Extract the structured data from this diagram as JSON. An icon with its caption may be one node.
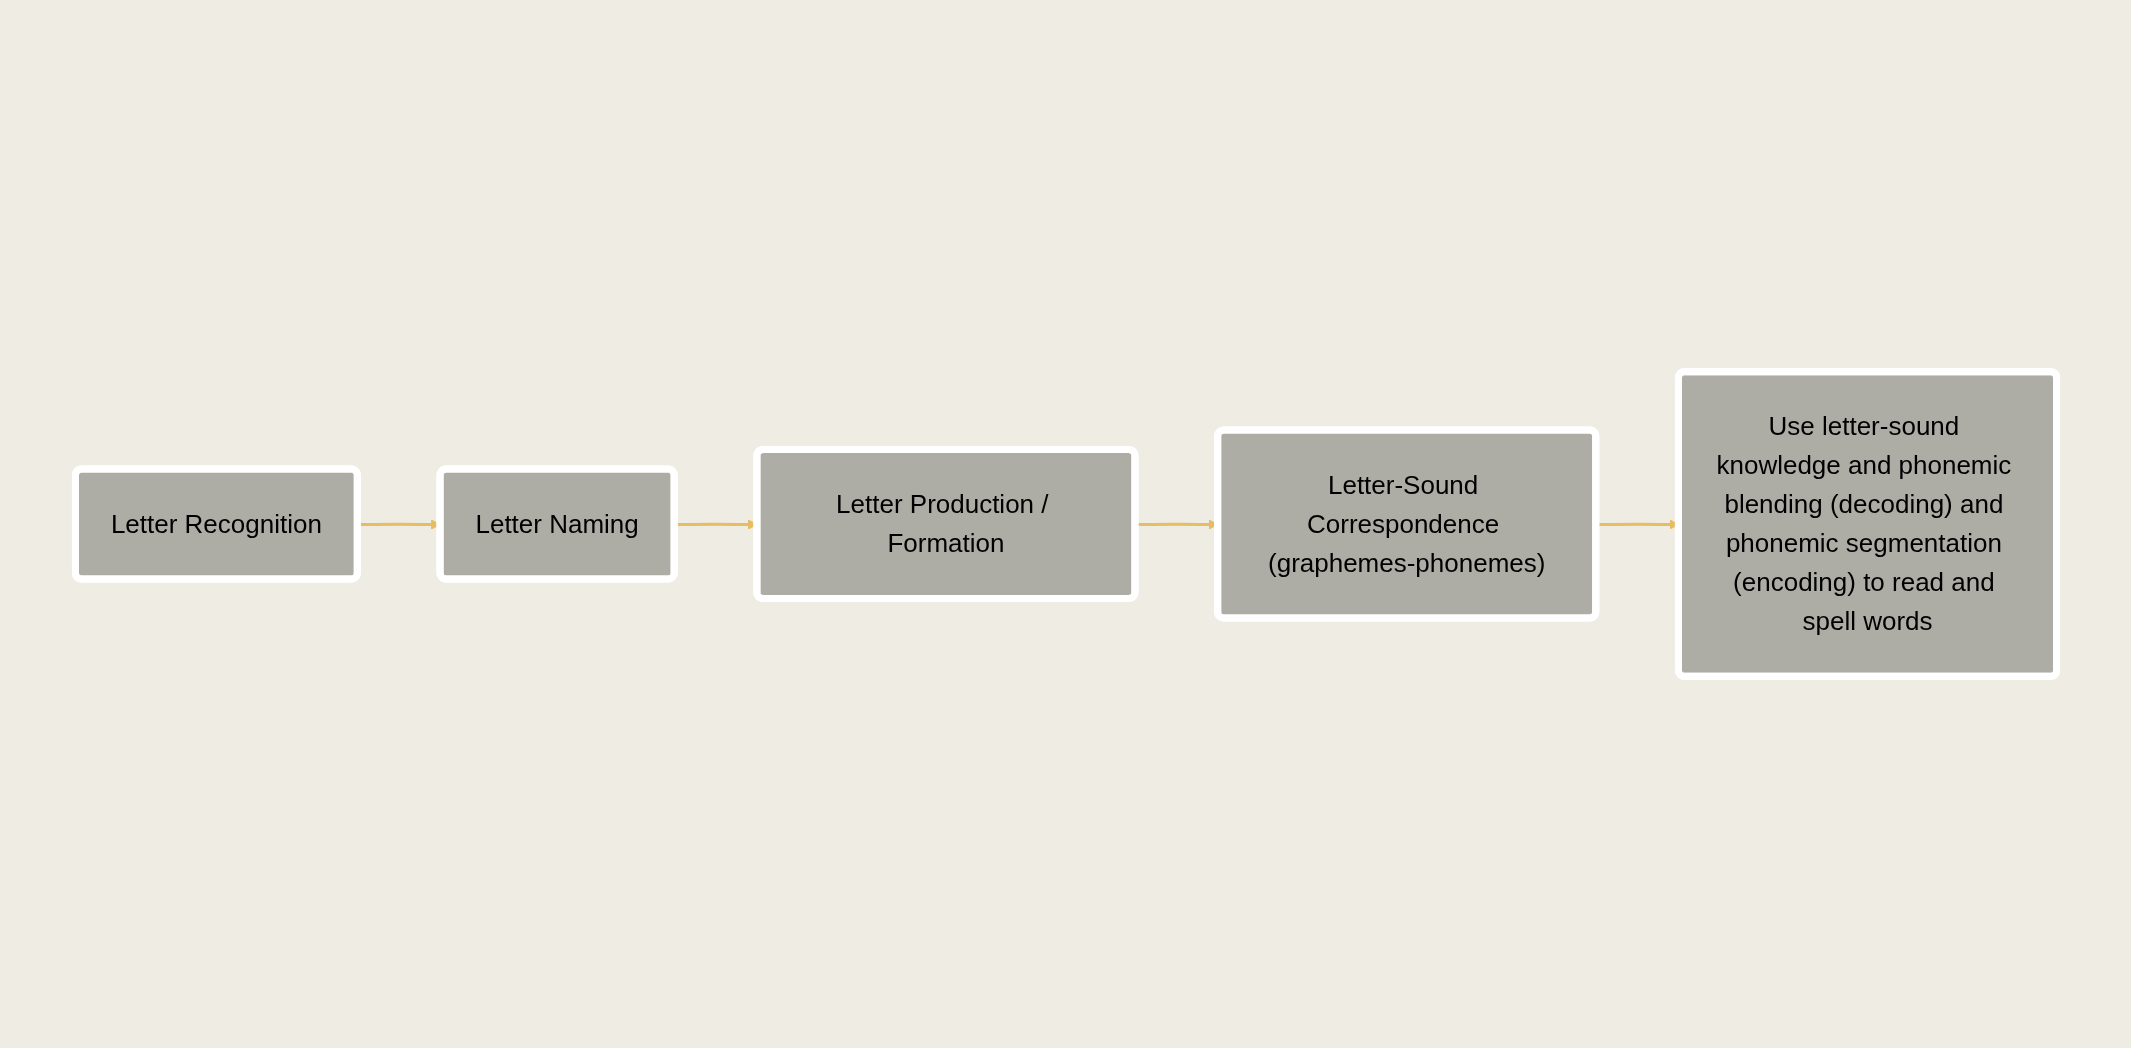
{
  "diagram": {
    "nodes": [
      {
        "text": [
          "Letter Recognition"
        ]
      },
      {
        "text": [
          "Letter Naming"
        ]
      },
      {
        "text": [
          "Letter Production / Formation"
        ]
      },
      {
        "text": [
          "Letter-Sound Correspondence (graphemes-phonemes)"
        ]
      },
      {
        "text": [
          "Use letter-sound knowledge and phonemic blending (decoding) and phonemic segmentation (encoding) to read and spell words"
        ]
      }
    ],
    "edges": [
      {
        "from": 0,
        "to": 1,
        "arrow": "to"
      },
      {
        "from": 1,
        "to": 2,
        "arrow": "to"
      },
      {
        "from": 2,
        "to": 3,
        "arrow": "to"
      },
      {
        "from": 3,
        "to": 4,
        "arrow": "to"
      }
    ]
  }
}
